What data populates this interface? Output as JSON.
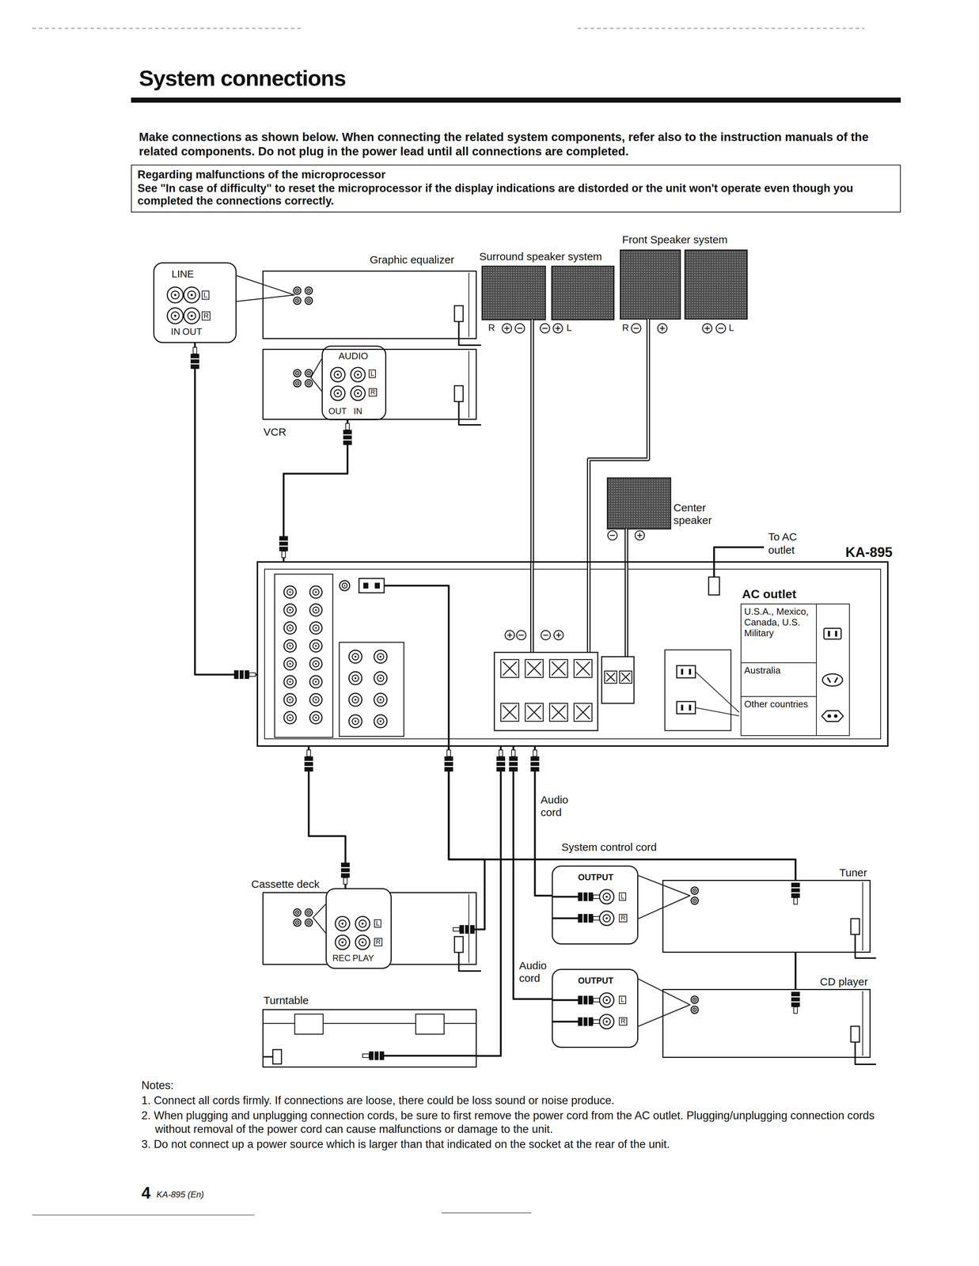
{
  "diagram": {
    "title": "System connections",
    "nodes": [
      {
        "text": [
          "Regarding malfunctions of the microprocessor",
          "See \"In case of difficulty\" to reset the microprocessor if the display indications are distorded or the unit won't operate even though you completed the connections correctly."
        ]
      },
      {
        "text": [
          "LINE",
          "L",
          "R",
          "IN",
          "OUT"
        ]
      },
      {
        "text": [
          "Graphic equalizer"
        ]
      },
      {
        "text": [
          "Surround speaker system"
        ]
      },
      {
        "text": [
          "Front Speaker system"
        ]
      },
      {
        "text": [
          "AUDIO",
          "L",
          "R",
          "OUT",
          "IN"
        ]
      },
      {
        "text": [
          "VCR"
        ]
      },
      {
        "text": [
          "Center speaker"
        ]
      },
      {
        "text": [
          "KA-895"
        ]
      },
      {
        "text": [
          "AC outlet",
          "U.S.A., Mexico, Canada, U.S. Military",
          "Australia",
          "Other countries"
        ],
        "in": 8
      },
      {
        "text": [
          "Cassette deck"
        ]
      },
      {
        "text": [
          "L",
          "R",
          "REC",
          "PLAY"
        ]
      },
      {
        "text": [
          "Turntable"
        ]
      },
      {
        "text": [
          "Tuner"
        ]
      },
      {
        "text": [
          "OUTPUT",
          "L",
          "R"
        ]
      },
      {
        "text": [
          "CD player"
        ]
      },
      {
        "text": [
          "OUTPUT",
          "L",
          "R"
        ]
      }
    ],
    "edges": [
      {
        "from": 1,
        "to": 8,
        "arrow": "none"
      },
      {
        "from": 5,
        "to": 8,
        "arrow": "none"
      },
      {
        "from": 3,
        "to": 8,
        "arrow": "none"
      },
      {
        "from": 4,
        "to": 8,
        "arrow": "none"
      },
      {
        "from": 7,
        "to": 8,
        "arrow": "none"
      },
      {
        "from": 11,
        "to": 8,
        "arrow": "none"
      },
      {
        "from": 12,
        "to": 8,
        "arrow": "none"
      },
      {
        "from": 14,
        "to": 8,
        "label": "Audio cord",
        "arrow": "none"
      },
      {
        "from": 16,
        "to": 8,
        "label": "Audio cord",
        "arrow": "none"
      },
      {
        "from": 8,
        "to": 13,
        "label": "System control cord",
        "arrow": "none"
      },
      {
        "from": 8,
        "to": 10,
        "arrow": "none"
      },
      {
        "from": 13,
        "to": 15,
        "arrow": "none"
      }
    ],
    "labels": [
      "Make connections as shown below. When connecting the related system components, refer also to the instruction manuals of the related components. Do not plug in the power lead until all connections are completed.",
      "R",
      "L",
      "R",
      "L",
      "To AC outlet",
      "Notes:",
      "1. Connect all cords firmly. If connections are loose, there could be loss sound or noise produce.",
      "2. When plugging and unplugging connection cords, be sure to first remove the power cord from the AC outlet. Plugging/unplugging connection cords without removal of the power cord can cause malfunctions or damage to the unit.",
      "3. Do not connect up a power source which is larger than that indicated on the socket at the rear of the unit.",
      "4",
      "KA-895 (En)"
    ]
  }
}
